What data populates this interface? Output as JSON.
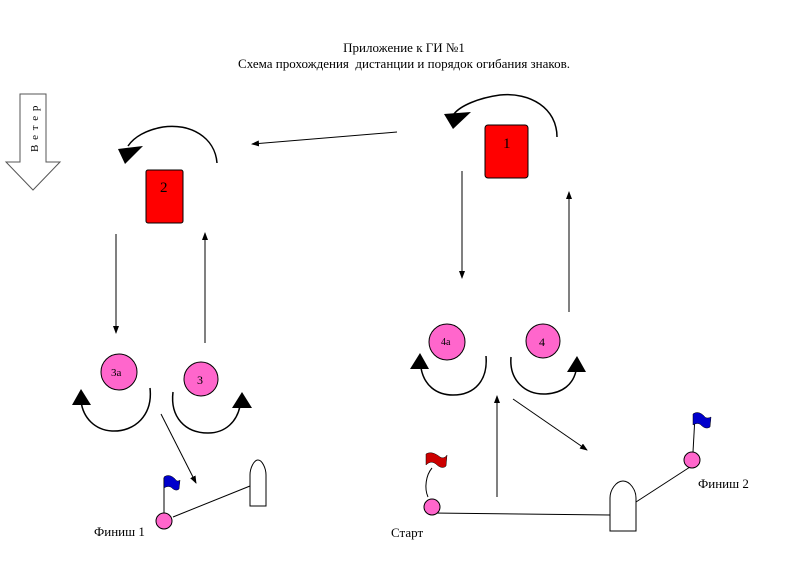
{
  "header": {
    "title": "Приложение к ГИ №1",
    "subtitle": "Схема прохождения  дистанции и порядок огибания знаков."
  },
  "wind": {
    "label": "В е т е р"
  },
  "marks": {
    "mark_1": {
      "label": "1",
      "color": "#ff0000"
    },
    "mark_2": {
      "label": "2",
      "color": "#ff0000"
    },
    "mark_3": {
      "label": "3",
      "color": "#ff66cc"
    },
    "mark_3a": {
      "label": "3а",
      "color": "#ff66cc"
    },
    "mark_4": {
      "label": "4",
      "color": "#ff66cc"
    },
    "mark_4a": {
      "label": "4а",
      "color": "#ff66cc"
    }
  },
  "labels": {
    "finish_1": "Финиш 1",
    "finish_2": "Финиш 2",
    "start": "Старт"
  },
  "colors": {
    "flag_blue": "#0000cc",
    "flag_red": "#cc0000",
    "buoy_pink": "#ff66cc"
  }
}
